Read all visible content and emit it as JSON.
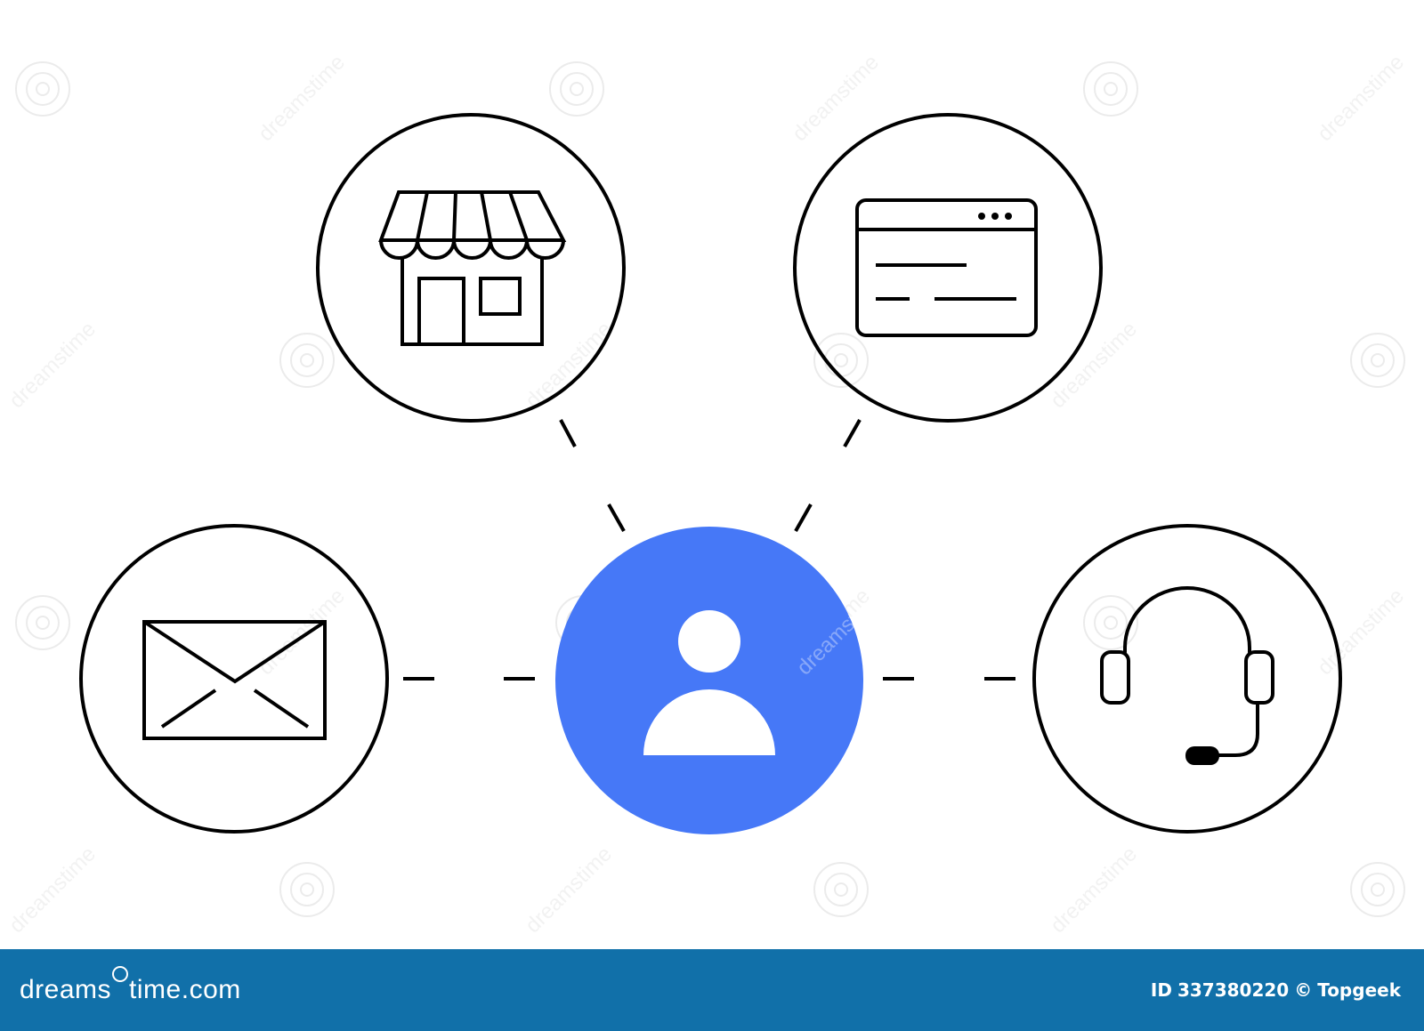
{
  "colors": {
    "background": "#ffffff",
    "stroke": "#000000",
    "accent": "#4678f7",
    "footer": "#1170a9",
    "footer_text": "#ffffff",
    "watermark": "#d8d8d8"
  },
  "nodes": [
    {
      "id": "center",
      "icon": "user-icon"
    },
    {
      "id": "top-left",
      "icon": "storefront-icon"
    },
    {
      "id": "top-right",
      "icon": "browser-window-icon"
    },
    {
      "id": "left",
      "icon": "envelope-icon"
    },
    {
      "id": "right",
      "icon": "headset-icon"
    }
  ],
  "watermark": {
    "brand_part1": "dreams",
    "brand_part2": "time",
    "brand_part3": ".com",
    "repeat_text": "dreamstime"
  },
  "footer": {
    "brand": "dreamstime.com",
    "id_label": "ID",
    "id_value": "337380220",
    "copyright_symbol": "©",
    "author": "Topgeek"
  }
}
